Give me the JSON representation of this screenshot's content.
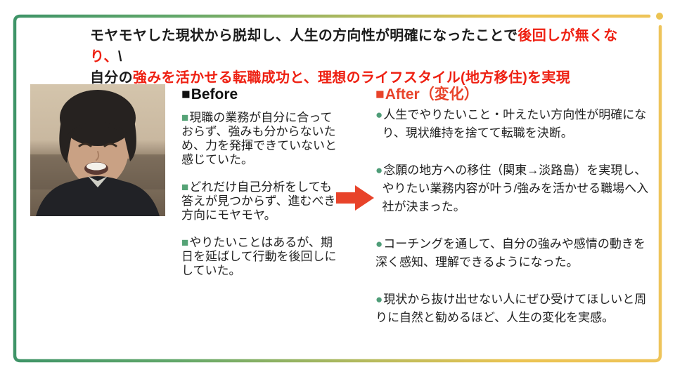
{
  "title": {
    "line1_black": "モヤモヤした現状から脱却し、人生の方向性が明確になったことで",
    "line1_red": "後回しが無くなり、",
    "line1_tail": "\\",
    "line2_black": "自分の",
    "line2_red": "強みを活かせる転職成功と、理想のライフスタイル(地方移住)を実現"
  },
  "photo": {
    "label": "client-portrait"
  },
  "before": {
    "heading_marker": "■",
    "heading": "Before",
    "bullet_marker": "■",
    "items": [
      "現職の業務が自分に合って\nおらず、強みも分からないた\nめ、力を発揮できていないと\n感じていた。",
      "どれだけ自己分析をしても\n答えが見つからず、進むべき\n方向にモヤモヤ。",
      "やりたいことはあるが、期\n日を延ばして行動を後回しに\nしていた。"
    ]
  },
  "after": {
    "heading_marker": "■",
    "heading": "After（変化）",
    "bullet_marker": "●",
    "items": [
      "人生でやりたいこと・叶えたい方向性が明確にな\n  り、現状維持を捨てて転職を決断。",
      "念願の地方への移住（関東→淡路島）を実現し、\n  やりたい業務内容が叶う/強みを活かせる職場へ入\n  社が決まった。",
      "コーチングを通して、自分の強みや感情の動きを\n深く感知、理解できるようになった。",
      "現状から抜け出せない人にぜひ受けてほしいと周\nりに自然と勧めるほど、人生の変化を実感。"
    ]
  },
  "colors": {
    "frame_green": "#4a9c6b",
    "frame_yellow": "#ecc453",
    "accent_red": "#e8432a",
    "title_red": "#ee2012",
    "bullet_green_square": "#55a376",
    "bullet_green_circle": "#4f9d78",
    "text_dark": "#1d1d1d"
  }
}
